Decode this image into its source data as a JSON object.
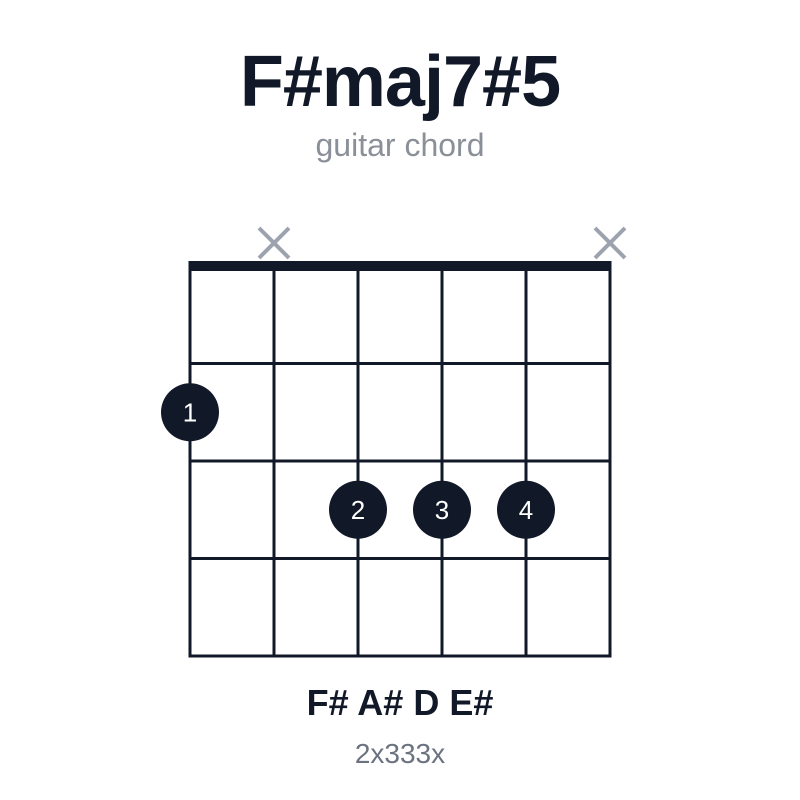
{
  "chord": {
    "name": "F#maj7#5",
    "subtitle": "guitar chord",
    "notes": "F# A# D E#",
    "fingering": "2x333x"
  },
  "diagram": {
    "strings": 6,
    "frets_shown": 4,
    "nut": true,
    "muted_strings": [
      2,
      6
    ],
    "dots": [
      {
        "string": 1,
        "fret": 2,
        "label": "1"
      },
      {
        "string": 3,
        "fret": 3,
        "label": "2"
      },
      {
        "string": 4,
        "fret": 3,
        "label": "3"
      },
      {
        "string": 5,
        "fret": 3,
        "label": "4"
      }
    ]
  },
  "colors": {
    "ink": "#111827",
    "muted_marker": "#9ca3af",
    "dot_text": "#ffffff",
    "subtitle": "#8a8f98"
  }
}
